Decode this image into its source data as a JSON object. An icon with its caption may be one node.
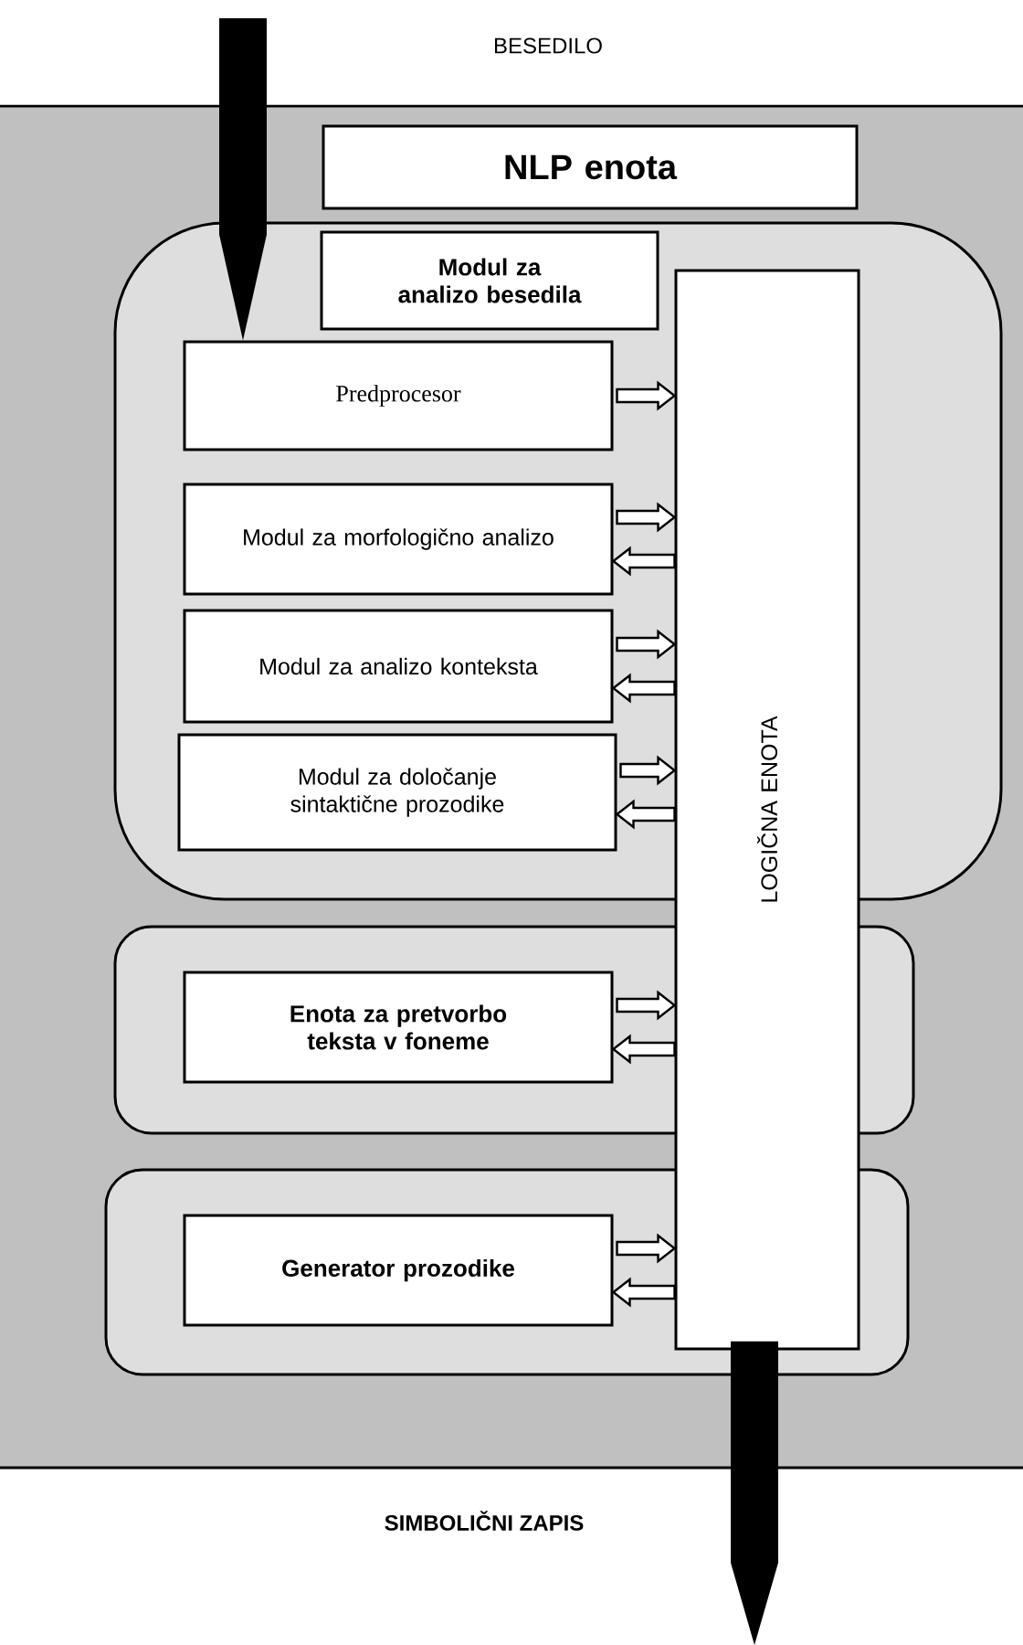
{
  "diagram": {
    "nodes": [
      {
        "text": [
          "NLP enota"
        ]
      },
      {
        "text": [],
        "shape": "box"
      },
      {
        "text": [
          "Modul za analizo besedila"
        ],
        "in": 1
      },
      {
        "text": [
          "Predprocesor"
        ],
        "in": 1
      },
      {
        "text": [
          "Modul za morfologično analizo"
        ],
        "in": 1
      },
      {
        "text": [
          "Modul za analizo konteksta"
        ],
        "in": 1
      },
      {
        "text": [
          "Modul za določanje sintaktične prozodike"
        ],
        "in": 1
      },
      {
        "text": [],
        "shape": "box"
      },
      {
        "text": [
          "Enota za pretvorbo teksta v foneme"
        ],
        "in": 7
      },
      {
        "text": [],
        "shape": "box"
      },
      {
        "text": [
          "Generator prozodike"
        ],
        "in": 9
      },
      {
        "text": [
          "LOGIČNA ENOTA"
        ]
      }
    ],
    "edges": [
      {
        "from": null,
        "to": 3,
        "arrow": "to",
        "style": "thick"
      },
      {
        "from": 3,
        "to": 11,
        "arrow": "to"
      },
      {
        "from": 4,
        "to": 11,
        "arrow": "to"
      },
      {
        "from": 11,
        "to": 4,
        "arrow": "to"
      },
      {
        "from": 5,
        "to": 11,
        "arrow": "to"
      },
      {
        "from": 11,
        "to": 5,
        "arrow": "to"
      },
      {
        "from": 6,
        "to": 11,
        "arrow": "to"
      },
      {
        "from": 11,
        "to": 6,
        "arrow": "to"
      },
      {
        "from": 8,
        "to": 11,
        "arrow": "to"
      },
      {
        "from": 11,
        "to": 8,
        "arrow": "to"
      },
      {
        "from": 10,
        "to": 11,
        "arrow": "to"
      },
      {
        "from": 11,
        "to": 10,
        "arrow": "to"
      },
      {
        "from": 11,
        "to": null,
        "arrow": "to",
        "style": "thick"
      }
    ],
    "labels": [
      "BESEDILO",
      "SIMBOLIČNI ZAPIS"
    ]
  }
}
